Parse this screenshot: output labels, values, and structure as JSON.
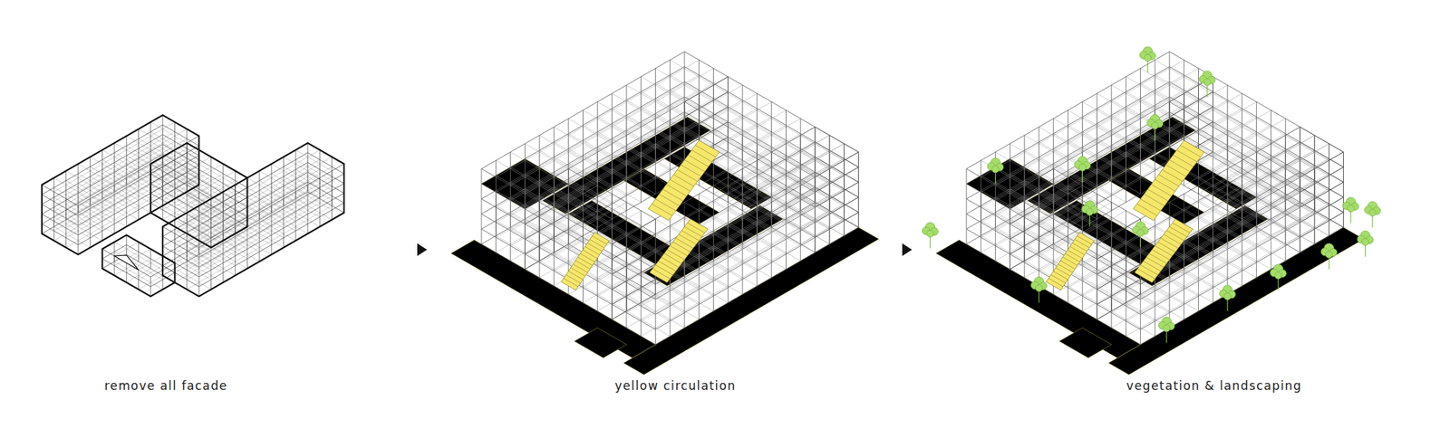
{
  "diagram": {
    "labels": [
      "remove all facade",
      "yellow circulation",
      "vegetation & landscaping"
    ]
  }
}
